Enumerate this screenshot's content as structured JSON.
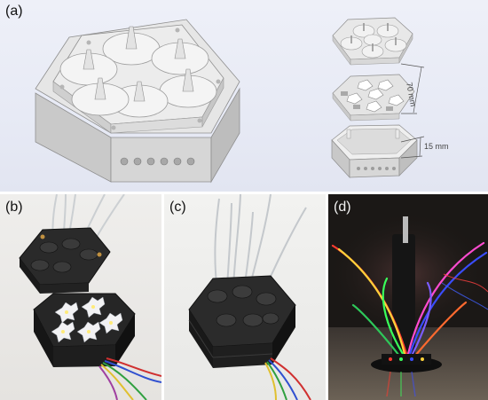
{
  "panels": {
    "a": {
      "label": "(a)",
      "dimensions": {
        "height_total": "70 mm",
        "height_base": "15 mm"
      }
    },
    "b": {
      "label": "(b)"
    },
    "c": {
      "label": "(c)"
    },
    "d": {
      "label": "(d)"
    }
  },
  "colors": {
    "cad_grey": "#d9d9d9",
    "print_black": "#1f1f1f",
    "led_red": "#ff3b2f",
    "led_green": "#39ff5a",
    "led_yellow": "#ffd23a",
    "led_blue": "#3a4dff"
  }
}
